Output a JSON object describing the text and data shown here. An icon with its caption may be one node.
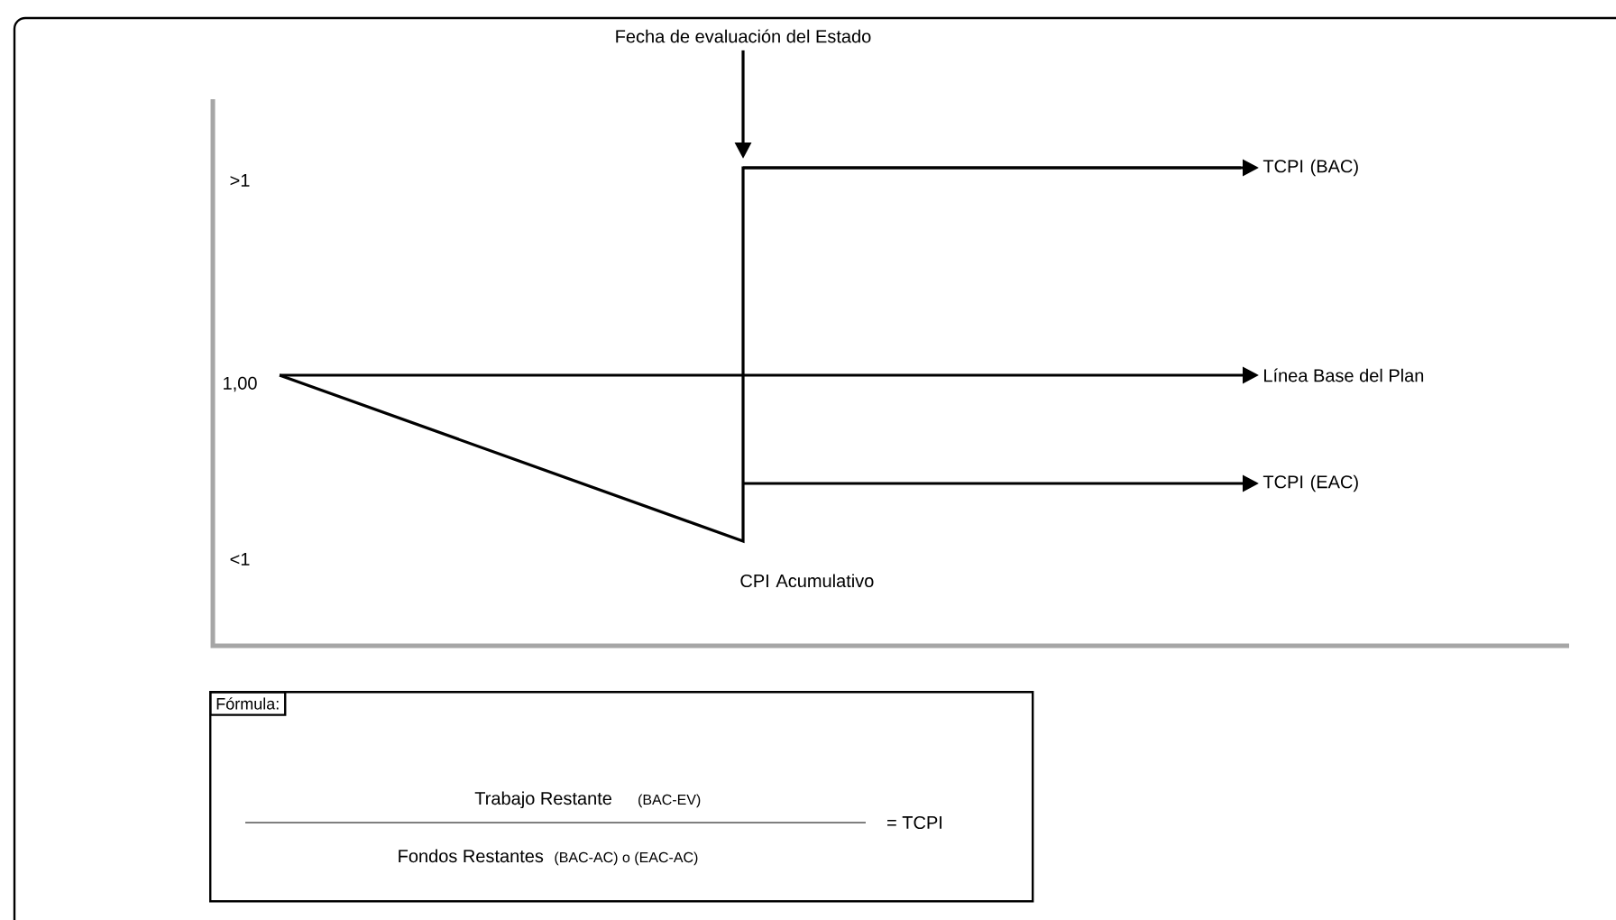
{
  "diagram": {
    "nodes": [
      {
        "text": [
          "Fecha de evaluación del Estado"
        ]
      },
      {
        "text": [
          "TCPI (BAC)"
        ]
      },
      {
        "text": [
          "Línea Base del Plan"
        ]
      },
      {
        "text": [
          "TCPI (EAC)"
        ]
      },
      {
        "text": [
          "Fórmula:",
          "Trabajo Restante",
          "(BAC-EV)",
          "Fondos Restantes",
          "(BAC-AC) o (EAC-AC)",
          "= TCPI"
        ]
      }
    ],
    "edges": [
      {
        "from": 0,
        "to": null,
        "arrow": "to"
      },
      {
        "from": null,
        "to": 1,
        "arrow": "to"
      },
      {
        "from": null,
        "to": 2,
        "arrow": "to"
      },
      {
        "from": null,
        "to": 3,
        "arrow": "to"
      }
    ],
    "labels": [
      ">1",
      "1,00",
      "<1",
      "CPI Acumulativo"
    ]
  }
}
